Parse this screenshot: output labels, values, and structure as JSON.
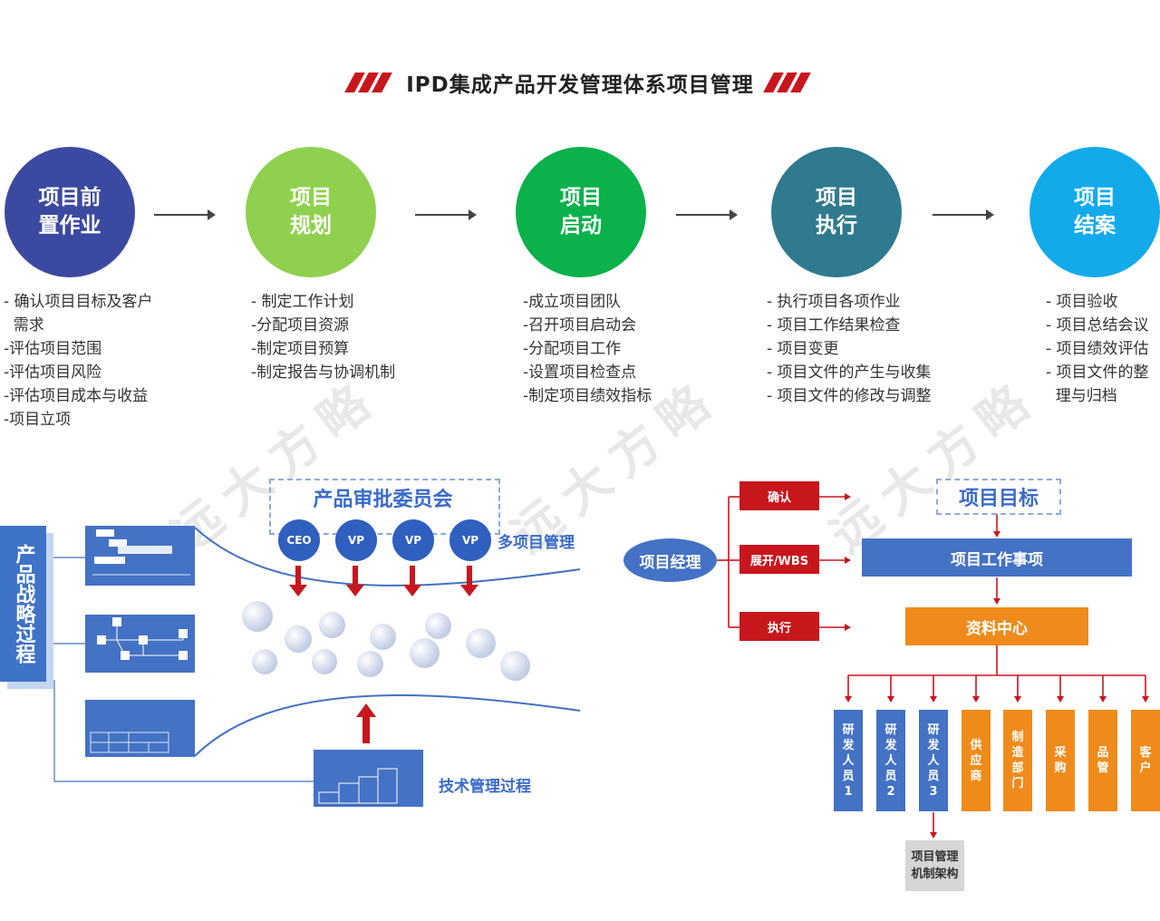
{
  "title": "IPD集成产品开发管理体系项目管理",
  "phases": [
    {
      "line1": "项目前",
      "line2": "置作业",
      "color": "#3b4aa0",
      "tasks": [
        "- 确认项目目标及客户",
        "  需求",
        "-评估项目范围",
        "-评估项目风险",
        "-评估项目成本与收益",
        "-项目立项"
      ]
    },
    {
      "line1": "项目",
      "line2": "规划",
      "color": "#8fd14f",
      "tasks": [
        "- 制定工作计划",
        "-分配项目资源",
        "-制定项目预算",
        "-制定报告与协调机制"
      ]
    },
    {
      "line1": "项目",
      "line2": "启动",
      "color": "#0bb14b",
      "tasks": [
        "-成立项目团队",
        "-召开项目启动会",
        "-分配项目工作",
        "-设置项目检查点",
        "-制定项目绩效指标"
      ]
    },
    {
      "line1": "项目",
      "line2": "执行",
      "color": "#2f7a8e",
      "tasks": [
        "- 执行项目各项作业",
        "- 项目工作结果检查",
        "- 项目变更",
        "- 项目文件的产生与收集",
        "- 项目文件的修改与调整"
      ]
    },
    {
      "line1": "项目",
      "line2": "结案",
      "color": "#13aaec",
      "tasks": [
        "- 项目验收",
        "- 项目总结会议",
        "- 项目绩效评估",
        "- 项目文件的整",
        "  理与归档"
      ]
    }
  ],
  "watermark": "远大方略",
  "left_diagram": {
    "strategy_label": "产品战略过程",
    "committee": "产品审批委员会",
    "members": [
      "CEO",
      "VP",
      "VP",
      "VP"
    ],
    "multi_project": "多项目管理",
    "tech_process": "技术管理过程"
  },
  "right_diagram": {
    "manager": "项目经理",
    "actions": [
      "确认",
      "展开/WBS",
      "执行"
    ],
    "goal": "项目目标",
    "work_items": "项目工作事项",
    "data_center": "资料中心",
    "departments": [
      {
        "label": "研发人员1",
        "color": "#4472c4"
      },
      {
        "label": "研发人员2",
        "color": "#4472c4"
      },
      {
        "label": "研发人员3",
        "color": "#4472c4"
      },
      {
        "label": "供应商",
        "color": "#ee8b1b"
      },
      {
        "label": "制造部门",
        "color": "#ee8b1b"
      },
      {
        "label": "采购",
        "color": "#ee8b1b"
      },
      {
        "label": "品管",
        "color": "#ee8b1b"
      },
      {
        "label": "客户",
        "color": "#ee8b1b"
      }
    ],
    "mechanism_line1": "项目管理",
    "mechanism_line2": "机制架构"
  }
}
